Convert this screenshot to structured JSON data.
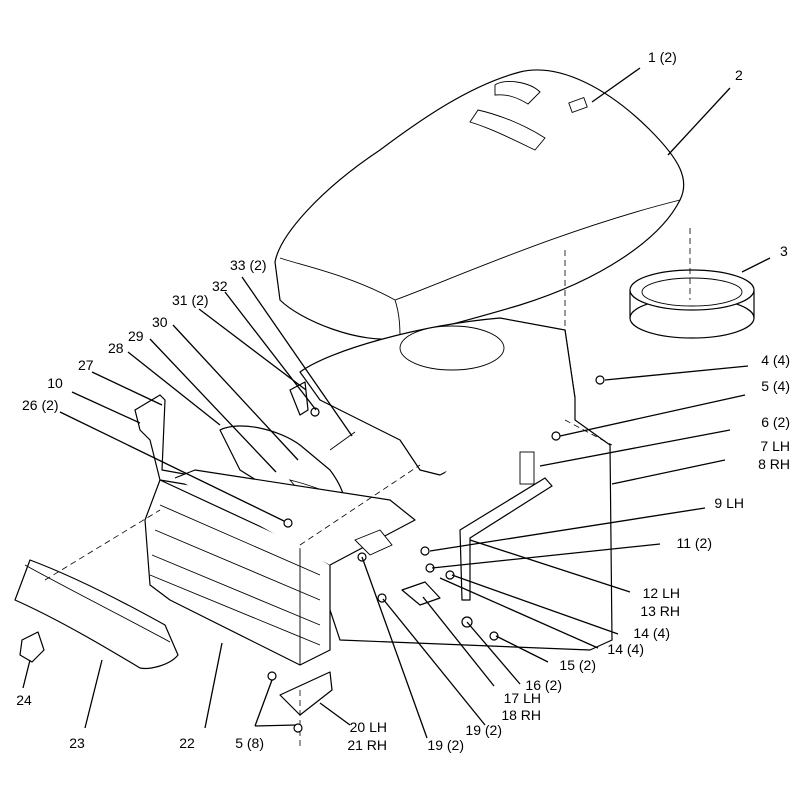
{
  "callouts": [
    {
      "id": "c1",
      "text": "1 (2)"
    },
    {
      "id": "c2",
      "text": "2"
    },
    {
      "id": "c3",
      "text": "3"
    },
    {
      "id": "c4",
      "text": "4 (4)"
    },
    {
      "id": "c5a",
      "text": "5 (4)"
    },
    {
      "id": "c6",
      "text": "6 (2)"
    },
    {
      "id": "c7",
      "text": "7 LH"
    },
    {
      "id": "c8",
      "text": "8 RH"
    },
    {
      "id": "c9",
      "text": "9 LH"
    },
    {
      "id": "c10",
      "text": "10"
    },
    {
      "id": "c11",
      "text": "11 (2)"
    },
    {
      "id": "c12",
      "text": "12 LH"
    },
    {
      "id": "c13",
      "text": "13 RH"
    },
    {
      "id": "c14a",
      "text": "14 (4)"
    },
    {
      "id": "c14b",
      "text": "14 (4)"
    },
    {
      "id": "c15",
      "text": "15 (2)"
    },
    {
      "id": "c16",
      "text": "16 (2)"
    },
    {
      "id": "c17",
      "text": "17 LH"
    },
    {
      "id": "c18",
      "text": "18 RH"
    },
    {
      "id": "c19a",
      "text": "19 (2)"
    },
    {
      "id": "c19b",
      "text": "19 (2)"
    },
    {
      "id": "c20",
      "text": "20 LH"
    },
    {
      "id": "c21",
      "text": "21 RH"
    },
    {
      "id": "c22",
      "text": "22"
    },
    {
      "id": "c23",
      "text": "23"
    },
    {
      "id": "c24",
      "text": "24"
    },
    {
      "id": "c5b",
      "text": "5 (8)"
    },
    {
      "id": "c26",
      "text": "26 (2)"
    },
    {
      "id": "c27",
      "text": "27"
    },
    {
      "id": "c28",
      "text": "28"
    },
    {
      "id": "c29",
      "text": "29"
    },
    {
      "id": "c30",
      "text": "30"
    },
    {
      "id": "c31",
      "text": "31 (2)"
    },
    {
      "id": "c32",
      "text": "32"
    },
    {
      "id": "c33",
      "text": "33 (2)"
    }
  ]
}
